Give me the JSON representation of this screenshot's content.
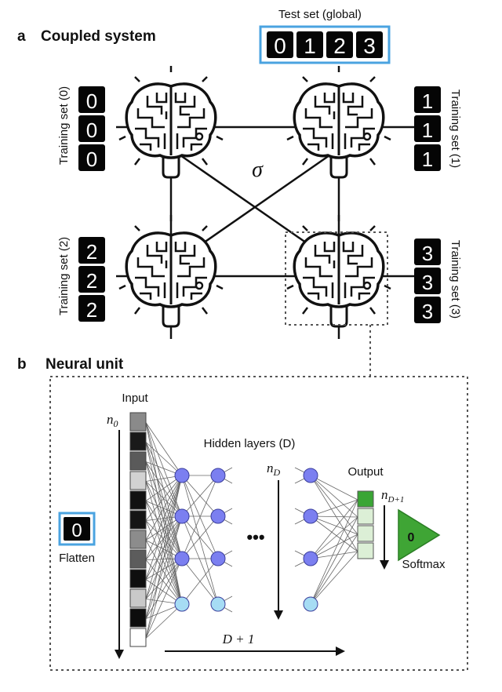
{
  "panel_a": {
    "letter": "a",
    "title": "Coupled system",
    "test_set_label": "Test set (global)",
    "test_digits": [
      "0",
      "1",
      "2",
      "3"
    ],
    "coupling_symbol": "σ",
    "training_sets": [
      {
        "label": "Training set (0)",
        "digits": [
          "0",
          "0",
          "0"
        ]
      },
      {
        "label": "Training set (1)",
        "digits": [
          "1",
          "1",
          "1"
        ]
      },
      {
        "label": "Training set (2)",
        "digits": [
          "2",
          "2",
          "2"
        ]
      },
      {
        "label": "Training set (3)",
        "digits": [
          "3",
          "3",
          "3"
        ]
      }
    ]
  },
  "panel_b": {
    "letter": "b",
    "title": "Neural unit",
    "input_label": "Input",
    "n0_label": "n",
    "n0_sub": "0",
    "hidden_label": "Hidden layers (D)",
    "nD_label": "n",
    "nD_sub": "D",
    "output_label": "Output",
    "nD1_label": "n",
    "nD1_sub": "D+1",
    "ellipsis": "•••",
    "flatten_label": "Flatten",
    "flatten_digit": "0",
    "softmax_label": "Softmax",
    "softmax_digit": "0",
    "depth_label": "D + 1"
  },
  "colors": {
    "test_border": "#4aa3e0",
    "neuron_blue": "#7b7ff0",
    "neuron_cyan": "#a6dcf4",
    "output_green": "#3aa535",
    "output_light": "#dcefd6",
    "softmax_fill": "#3fa535"
  },
  "icons": {
    "brain": "brain-icon",
    "digit": "handwritten-digit-tile"
  }
}
